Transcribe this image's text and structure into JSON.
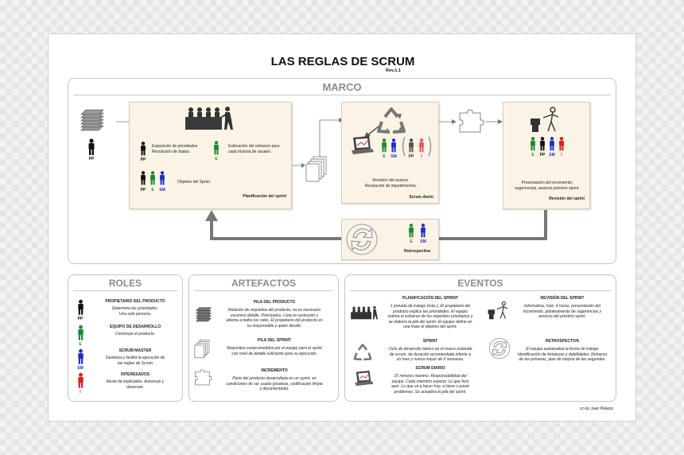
{
  "title": "LAS REGLAS DE SCRUM",
  "revision": "Rev.1.1",
  "marco": {
    "title": "MARCO",
    "pp_label": "PP",
    "planning": {
      "text1": "Exposición de prioridades\nResolución de dudas.",
      "text2": "Estimación del esfuerzo para\ncada historia de usuario.",
      "text3": "Objetivo del Sprint",
      "caption": "Planificación del sprint",
      "label_pp": "PP",
      "label_e": "E",
      "label_sm": "SM"
    },
    "daily": {
      "text": "Revisión del avance.\nResolución de impedimentos.",
      "caption": "Scrum diario",
      "label_e": "E",
      "label_sm": "SM",
      "label_pp": "PP",
      "label_i": "I"
    },
    "review": {
      "text": "Presentación del incremento,\nsugerencias, anuncio próximo sprint.",
      "caption": "Revisión del sprint",
      "labels": [
        "E",
        "PP",
        "SM",
        "I"
      ]
    },
    "retro": {
      "caption": "Retrospectiva",
      "label_e": "E",
      "label_sm": "SM"
    }
  },
  "roles": {
    "title": "ROLES",
    "items": [
      {
        "name": "PROPIETARIO DEL PRODUCTO",
        "desc": "Determina las prioridades.\nUna sola persona.",
        "tag": "PP",
        "color": "#111111"
      },
      {
        "name": "EQUIPO DE DESARROLLO",
        "desc": "Construye el producto.",
        "tag": "E",
        "color": "#1c8a2e"
      },
      {
        "name": "SCRUM MASTER",
        "desc": "Gestiona y facilita la ejecución de\nlas reglas de Scrum",
        "tag": "SM",
        "color": "#1a2fd6"
      },
      {
        "name": "INTERESADOS",
        "desc": "Resto de implicados. Asesoran y\nobservan.",
        "tag": "I",
        "color": "#e01b1b"
      }
    ]
  },
  "artefactos": {
    "title": "ARTEFACTOS",
    "items": [
      {
        "name": "PILA DEL PRODUCTO",
        "desc": "Relación de requisitos del producto, no es necesario\nexcesivo detalle. Priorizados. Lista en evolución y\nabierta a todos los roles. El propietario del producto es\nsu responsable y quien decide."
      },
      {
        "name": "PILA DEL SPRINT",
        "desc": "Requisitos comprometidos por el equipo para el sprint\ncon nivel de detalle suficiente para su ejecución."
      },
      {
        "name": "INCREMENTO",
        "desc": "Parte del producto desarrollada en un sprint, en\ncondiciones de ser usada (pruebas, codificación limpia\ny documentado)."
      }
    ]
  },
  "eventos": {
    "title": "EVENTOS",
    "items": [
      {
        "name": "PLANIFICACIÓN DEL SPRINT",
        "desc": "1 jornada de trabajo (máx.). El propietario del\nproducto explica las prioridades. El equipo\nestima el esfuerzo de los requisitos prioritarios y\nse elabora la pila del sprint. El equipo define en\nuna frase el objetivo del sprint."
      },
      {
        "name": "SPRINT",
        "desc": "Ciclo de desarrollo básico en el marco estándar\nde scrum, de duración recomendada inferior a\nun mes y nunca mayor de 6 semanas."
      },
      {
        "name": "SCRUM DIARIO",
        "desc": "15 minutos máximo. Responsabilidad del\nequipo. Cada miembro expone: Lo que hizo\nayer. Lo que va a hacer hoy, si tiene o prevé\nproblemas. Se actualiza la pila del sprint."
      },
      {
        "name": "REVISIÓN DEL SPRINT",
        "desc": "Informativa, máx. 4 horas, presentación del\nincremento, planteamiento de sugerencias y\nanuncio del próximo sprint."
      },
      {
        "name": "RETROSPECTIVA",
        "desc": "El equipo autoanaliza la forma de trabajo\nIdentificación de fortalezas y debilidades. Refuerzo\nde las primeras, plan de mejora de las segundas."
      }
    ]
  },
  "footer": "cc-by Juan Palacio",
  "colors": {
    "pp": "#111111",
    "e": "#1c8a2e",
    "sm": "#1a2fd6",
    "i": "#e01b1b",
    "box": "#fbf4e6",
    "panel_title": "#8c8c8c"
  }
}
